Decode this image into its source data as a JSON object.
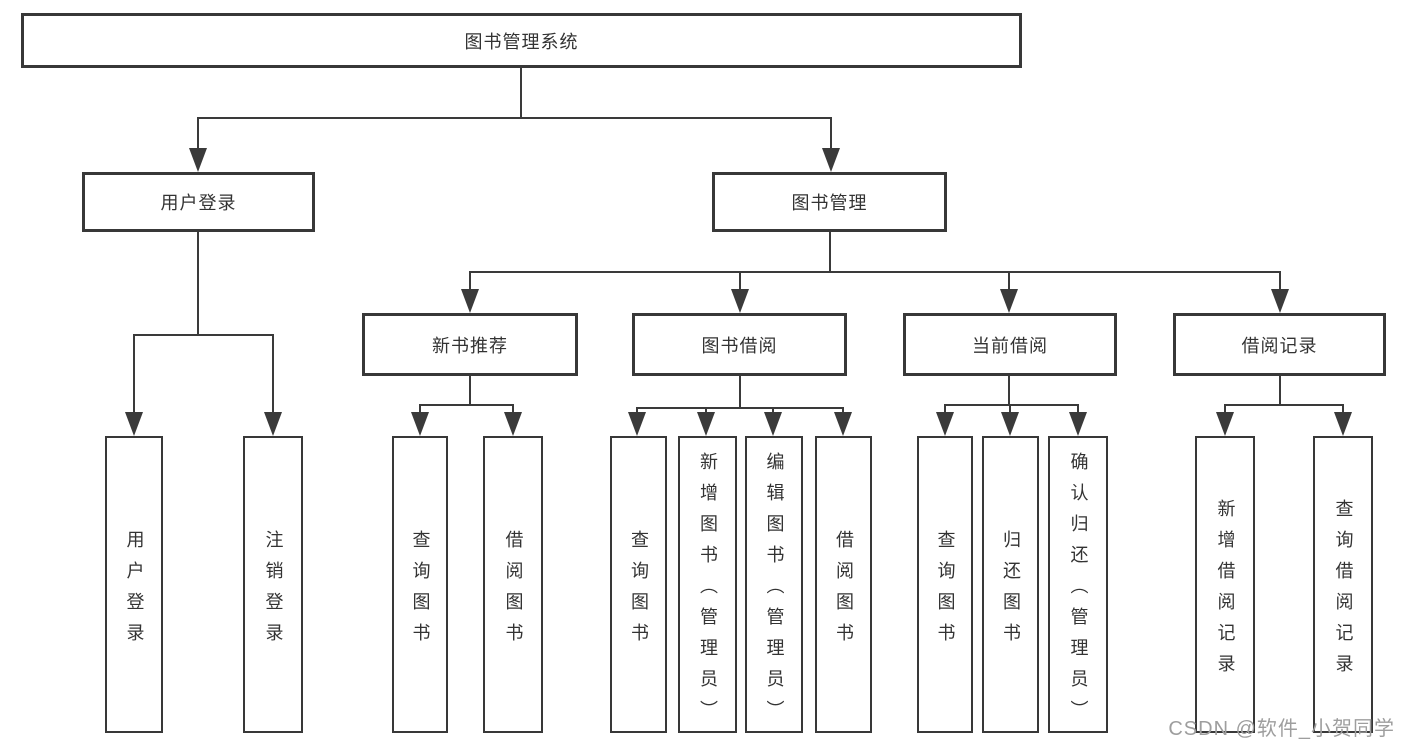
{
  "diagram": {
    "type": "tree",
    "root": {
      "label": "图书管理系统"
    },
    "level2": [
      {
        "id": "user_login",
        "label": "用户登录"
      },
      {
        "id": "book_management",
        "label": "图书管理"
      }
    ],
    "level3": [
      {
        "id": "new_book_recommend",
        "label": "新书推荐",
        "parent": "book_management"
      },
      {
        "id": "book_borrow",
        "label": "图书借阅",
        "parent": "book_management"
      },
      {
        "id": "current_borrow",
        "label": "当前借阅",
        "parent": "book_management"
      },
      {
        "id": "borrow_records",
        "label": "借阅记录",
        "parent": "book_management"
      }
    ],
    "leaves": {
      "user_login_children": [
        "用户登录",
        "注销登录"
      ],
      "new_book_children": [
        "查询图书",
        "借阅图书"
      ],
      "book_borrow_children": [
        "查询图书",
        "新增图书（管理员）",
        "编辑图书（管理员）",
        "借阅图书"
      ],
      "current_borrow_children": [
        "查询图书",
        "归还图书",
        "确认归还（管理员）"
      ],
      "borrow_record_children": [
        "新增借阅记录",
        "查询借阅记录"
      ]
    }
  },
  "watermark": {
    "text": "CSDN @软件_小贺同学"
  },
  "colors": {
    "line": "#3a3a3a",
    "border": "#383838",
    "text": "#333333",
    "watermark": "#9e9e9e",
    "background": "#ffffff"
  }
}
